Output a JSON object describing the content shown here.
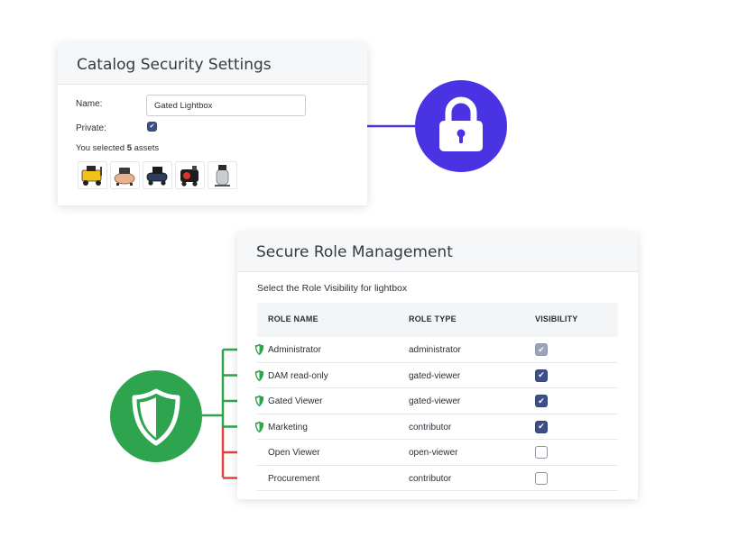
{
  "catalog": {
    "title": "Catalog Security Settings",
    "name_label": "Name:",
    "name_value": "Gated Lightbox",
    "private_label": "Private:",
    "private_checked": true,
    "selection_prefix": "You selected ",
    "selection_count": "5",
    "selection_suffix": " assets",
    "assets": [
      {
        "icon": "yellow-air-compressor-icon"
      },
      {
        "icon": "pancake-air-compressor-icon"
      },
      {
        "icon": "tank-air-compressor-icon"
      },
      {
        "icon": "red-air-compressor-icon"
      },
      {
        "icon": "vertical-air-compressor-icon"
      }
    ]
  },
  "lock_badge": {
    "icon": "lock-icon",
    "color": "#4a33e3"
  },
  "roles": {
    "title": "Secure Role Management",
    "subtitle": "Select the Role Visibility for lightbox",
    "columns": [
      "ROLE NAME",
      "ROLE TYPE",
      "VISIBILITY"
    ],
    "rows": [
      {
        "name": "Administrator",
        "type": "administrator",
        "visibility": "checked-disabled",
        "secured": true
      },
      {
        "name": "DAM read-only",
        "type": "gated-viewer",
        "visibility": "checked",
        "secured": true
      },
      {
        "name": "Gated Viewer",
        "type": "gated-viewer",
        "visibility": "checked",
        "secured": true
      },
      {
        "name": "Marketing",
        "type": "contributor",
        "visibility": "checked",
        "secured": true
      },
      {
        "name": "Open Viewer",
        "type": "open-viewer",
        "visibility": "unchecked",
        "secured": false
      },
      {
        "name": "Procurement",
        "type": "contributor",
        "visibility": "unchecked",
        "secured": false
      }
    ]
  },
  "shield_badge": {
    "icon": "shield-icon",
    "color": "#2ea44f"
  },
  "colors": {
    "arrow_blue": "#4a33e3",
    "arrow_green": "#2ea44f",
    "arrow_red": "#e0453a",
    "checkbox_on": "#3d4f8a"
  }
}
